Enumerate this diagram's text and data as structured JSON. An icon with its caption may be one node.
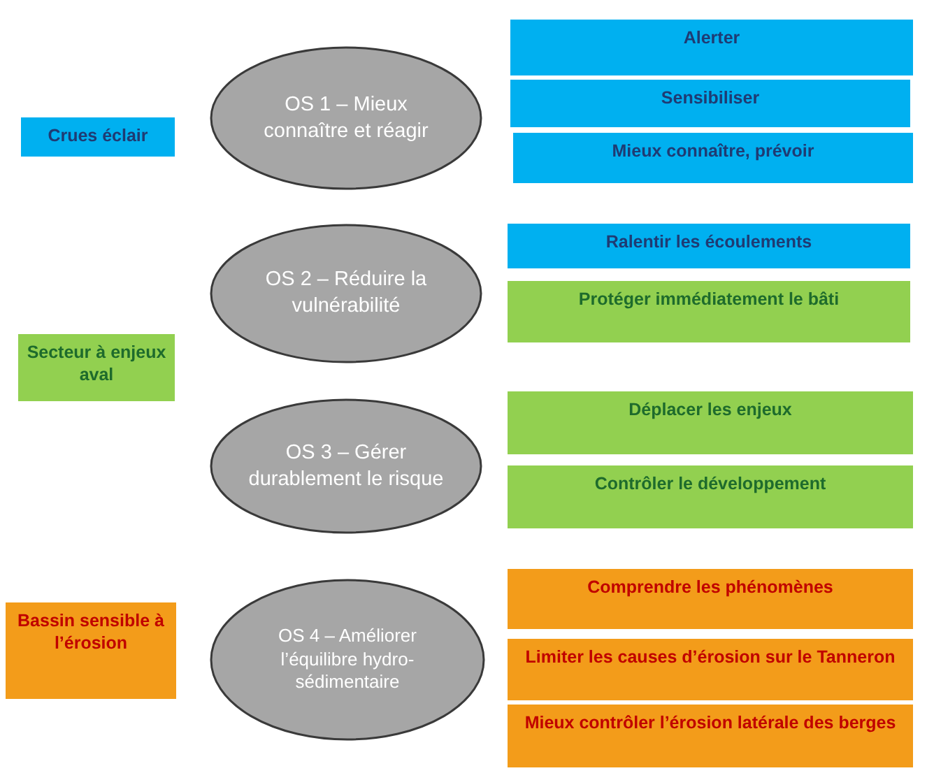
{
  "diagram": {
    "nodes": [
      {
        "text": [
          "Crues éclair"
        ]
      },
      {
        "text": [
          "OS 1 – Mieux connaître et réagir"
        ]
      },
      {
        "text": [
          "Alerter"
        ]
      },
      {
        "text": [
          "Sensibiliser"
        ]
      },
      {
        "text": [
          "Mieux connaître, prévoir"
        ]
      },
      {
        "text": [
          "OS 2 – Réduire la vulnérabilité"
        ]
      },
      {
        "text": [
          "Ralentir les écoulements"
        ]
      },
      {
        "text": [
          "Protéger immédiatement le bâti"
        ]
      },
      {
        "text": [
          "Secteur à enjeux aval"
        ]
      },
      {
        "text": [
          "OS 3 – Gérer durablement le risque"
        ]
      },
      {
        "text": [
          "Déplacer les enjeux"
        ]
      },
      {
        "text": [
          "Contrôler le développement"
        ]
      },
      {
        "text": [
          "Bassin sensible à l’érosion"
        ]
      },
      {
        "text": [
          "OS 4 – Améliorer l’équilibre hydro-sédimentaire"
        ]
      },
      {
        "text": [
          "Comprendre les phénomènes"
        ]
      },
      {
        "text": [
          "Limiter les causes d’érosion sur le Tanneron"
        ]
      },
      {
        "text": [
          "Mieux contrôler l’érosion  latérale des berges"
        ]
      }
    ]
  }
}
